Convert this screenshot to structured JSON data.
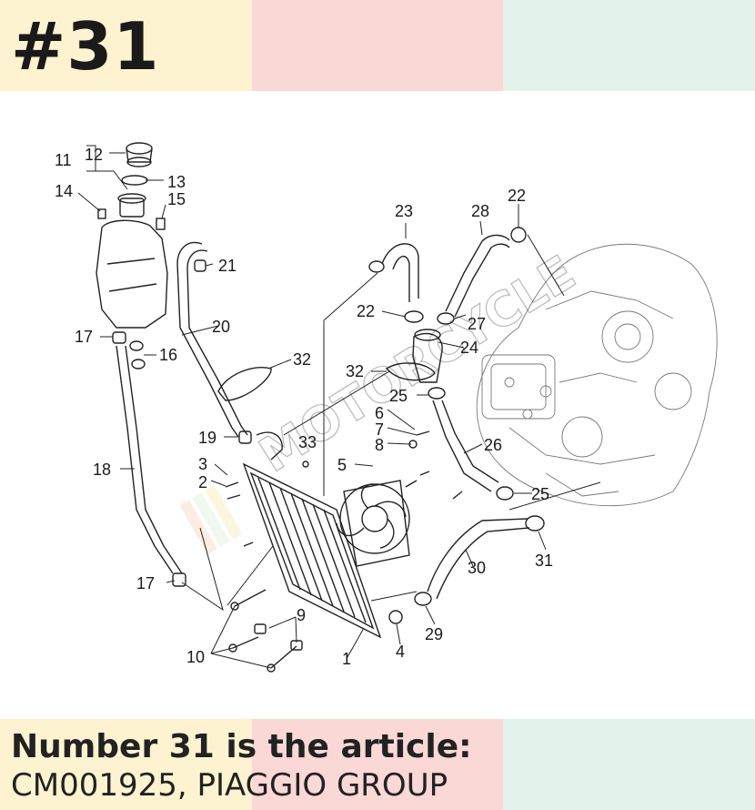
{
  "header": {
    "part_number": "#31"
  },
  "footer": {
    "line1": "Number 31 is the article:",
    "line2": "CM001925, PIAGGIO GROUP"
  },
  "watermark": {
    "text": "MOTORCYCLE"
  },
  "callouts": {
    "c1": "1",
    "c2": "2",
    "c3": "3",
    "c4": "4",
    "c5": "5",
    "c6": "6",
    "c7": "7",
    "c8": "8",
    "c9": "9",
    "c10": "10",
    "c11": "11",
    "c12": "12",
    "c13": "13",
    "c14": "14",
    "c15": "15",
    "c16": "16",
    "c17a": "17",
    "c17b": "17",
    "c18": "18",
    "c19": "19",
    "c20": "20",
    "c21": "21",
    "c22a": "22",
    "c22b": "22",
    "c23": "23",
    "c24": "24",
    "c25a": "25",
    "c25b": "25",
    "c26": "26",
    "c27": "27",
    "c28": "28",
    "c29": "29",
    "c30": "30",
    "c31": "31",
    "c32a": "32",
    "c32b": "32",
    "c33": "33"
  },
  "colors": {
    "band_yellow": "#fdf3d0",
    "band_pink": "#fad8d5",
    "band_mint": "#e3f3ec",
    "ink": "#1a1a1a"
  }
}
